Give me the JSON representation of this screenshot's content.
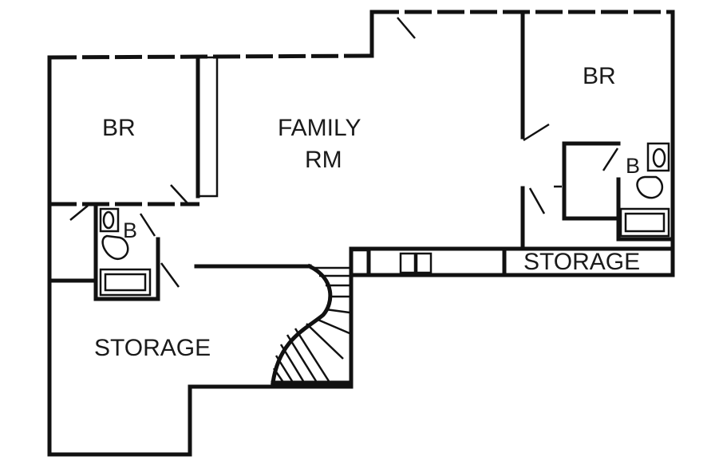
{
  "rooms": {
    "br_left": "BR",
    "family_line1": "FAMILY",
    "family_line2": "RM",
    "br_right": "BR",
    "bath_left": "B",
    "bath_right": "B",
    "storage_left": "STORAGE",
    "storage_right": "STORAGE"
  }
}
